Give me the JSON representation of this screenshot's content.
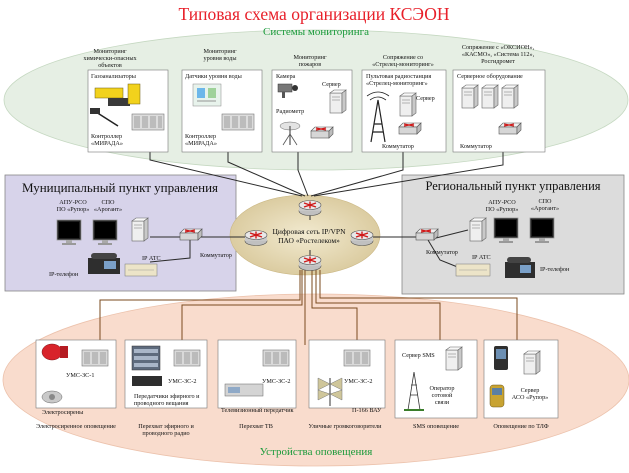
{
  "title": "Типовая схема организации КСЭОН",
  "monitoring": {
    "title": "Системы мониторинга",
    "groups": [
      {
        "caption": [
          "Мониторинг",
          "химически-опасных",
          "объектов"
        ],
        "box_label": "Газоанализаторы",
        "controller": [
          "Контроллер",
          "«МИРАДА»"
        ]
      },
      {
        "caption": [
          "Мониторинг",
          "уровня воды"
        ],
        "box_label": "Датчики уровня воды",
        "controller": [
          "Контроллер",
          "«МИРАДА»"
        ]
      },
      {
        "caption": [
          "Мониторинг",
          "пожаров"
        ],
        "camera": "Камера",
        "server": "Сервер",
        "radiometer": "Радиометр"
      },
      {
        "caption": [
          "Сопряжение со",
          "«Стрелец-мониторинг»"
        ],
        "box_label": [
          "Пультовая радиостанция",
          "«Стрелец-мониторинг»"
        ],
        "server": "Сервер",
        "switch": "Коммутатор"
      },
      {
        "caption": [
          "Сопряжение с «ОКСИОН»,",
          "«КАСМО», «Система 112»,",
          "Росгидромет"
        ],
        "box_label": "Серверное оборудование",
        "switch": "Коммутатор"
      }
    ]
  },
  "municipal": {
    "title": "Муниципальный пункт управления",
    "apu": [
      "АПУ-РСО",
      "ПО «Рупор»"
    ],
    "spo": [
      "СПО",
      "«Арогант»"
    ],
    "ip_phone": "IP-телефон",
    "ip_ats": "IP АТС",
    "switch": "Коммутатор"
  },
  "regional": {
    "title": "Региональный пункт управления",
    "apu": [
      "АПУ-РСО",
      "ПО «Рупор»"
    ],
    "spo": [
      "СПО",
      "«Арогант»"
    ],
    "ip_phone": "IP-телефон",
    "ip_ats": "IP АТС",
    "switch": "Коммутатор"
  },
  "network": {
    "label": [
      "Цифровая сеть IP/VPN",
      "ПАО «Ростелеком»"
    ]
  },
  "notification": {
    "title": "Устройства оповещения",
    "groups": [
      {
        "ums": "УМС-ЗС-1",
        "device": "Электросирены",
        "caption": "Электросиренное оповещение"
      },
      {
        "ums": "УМС-ЗС-2",
        "device": [
          "Передатчики эфирного и",
          "проводного вещания"
        ],
        "caption": [
          "Перехват эфирного и",
          "проводного радио"
        ]
      },
      {
        "ums": "УМС-ЗС-2",
        "device": "Телевизионный передатчик",
        "caption": "Перехват ТВ"
      },
      {
        "ums": "УМС-ЗС-2",
        "device": "П-166 ВАУ",
        "caption": "Уличные громкоговорители"
      },
      {
        "server": "Сервер SMS",
        "device": [
          "Оператор",
          "сотовой",
          "связи"
        ],
        "caption": "SMS оповещение"
      },
      {
        "server": [
          "Сервер",
          "АСО «Рупор»"
        ],
        "caption": "Оповещение по ТЛФ"
      }
    ]
  },
  "colors": {
    "title": "#e8202a",
    "subtitle": "#1a9a3a",
    "monitoring_bg": "#e6efe4",
    "notification_bg": "#f9dccd",
    "municipal_bg": "#d7d3ea",
    "regional_bg": "#dcdcdc",
    "cloud_bg": "#e6d9b4",
    "line_dark": "#2b2b2b",
    "line_brown": "#7a4a1e"
  }
}
